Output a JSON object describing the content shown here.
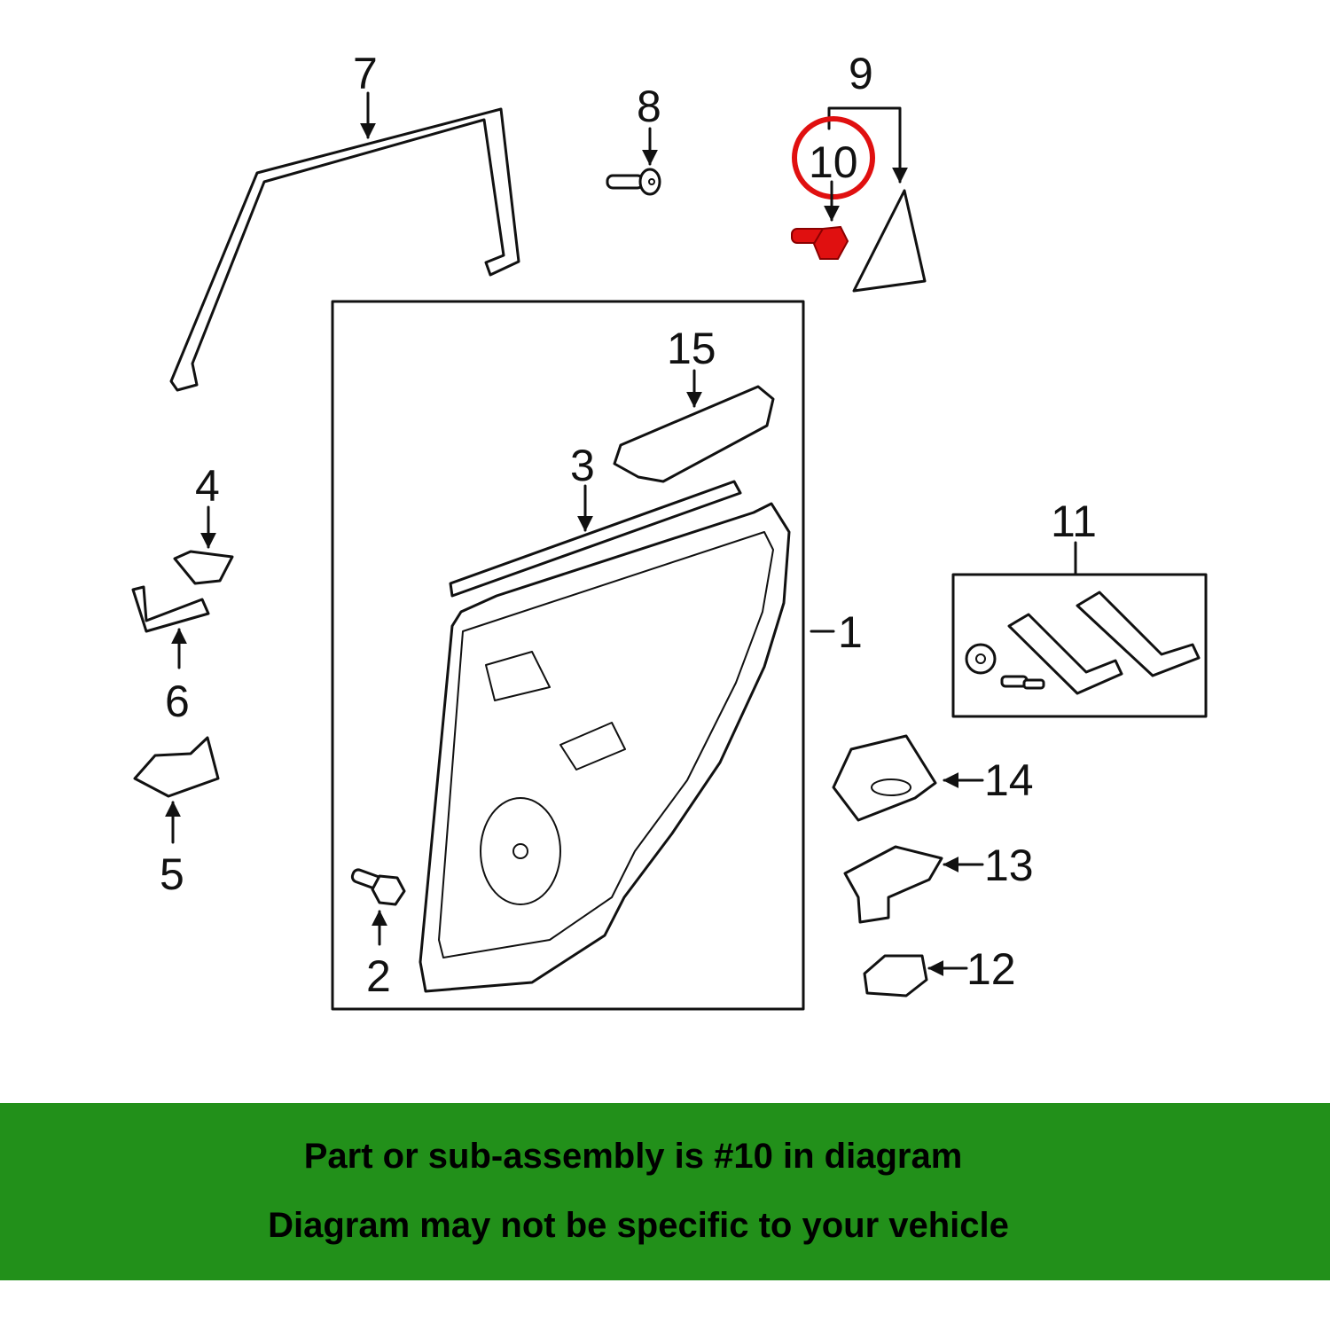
{
  "diagram": {
    "callouts": [
      "1",
      "2",
      "3",
      "4",
      "5",
      "6",
      "7",
      "8",
      "9",
      "10",
      "11",
      "12",
      "13",
      "14",
      "15"
    ],
    "highlighted_part": "10",
    "colors": {
      "highlight": "#e01010",
      "line": "#111111"
    }
  },
  "banner": {
    "line1": "Part or sub-assembly is #10 in diagram",
    "line2": "Diagram may not be specific to your vehicle",
    "background": "#22901a"
  }
}
